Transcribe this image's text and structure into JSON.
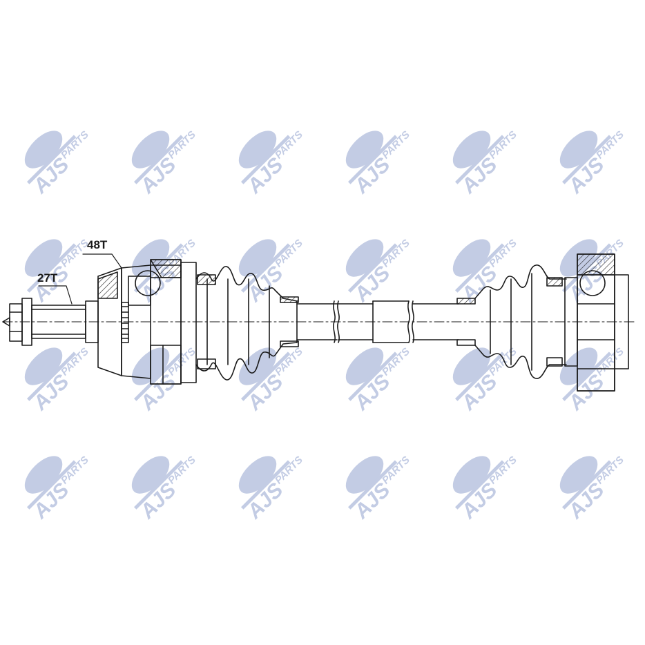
{
  "watermark": {
    "brand": "AJS",
    "word": "PARTS",
    "color": "#b9c4e0",
    "rows": 4,
    "cols": 6
  },
  "labels": {
    "spline_outer": "48T",
    "spline_thread": "27T"
  },
  "colors": {
    "line": "#1a1a1a",
    "hatch": "#1a1a1a"
  }
}
